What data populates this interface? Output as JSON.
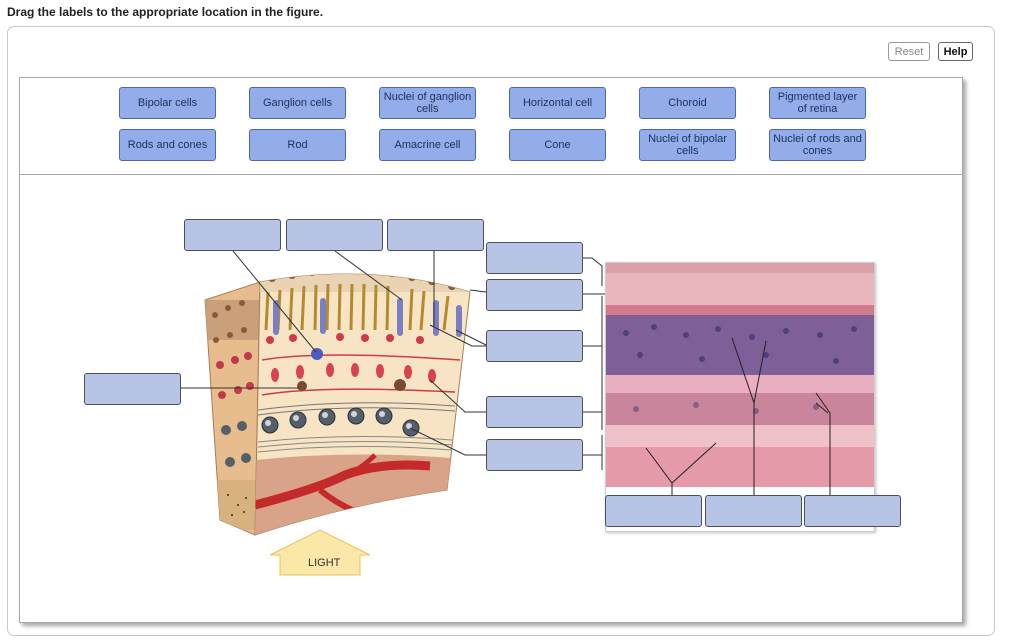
{
  "instruction": "Drag the labels to the appropriate location in the figure.",
  "toolbar": {
    "reset_label": "Reset",
    "help_label": "Help"
  },
  "label_bank": [
    "Bipolar cells",
    "Ganglion cells",
    "Nuclei of ganglion cells",
    "Horizontal cell",
    "Choroid",
    "Pigmented layer of retina",
    "Rods and cones",
    "Rod",
    "Amacrine cell",
    "Cone",
    "Nuclei of bipolar cells",
    "Nuclei of rods and cones"
  ],
  "figure": {
    "light_label": "LIGHT"
  },
  "colors": {
    "chip_fill": "#92adea",
    "chip_border": "#4d67b3",
    "target_fill": "#b8c4e6"
  }
}
